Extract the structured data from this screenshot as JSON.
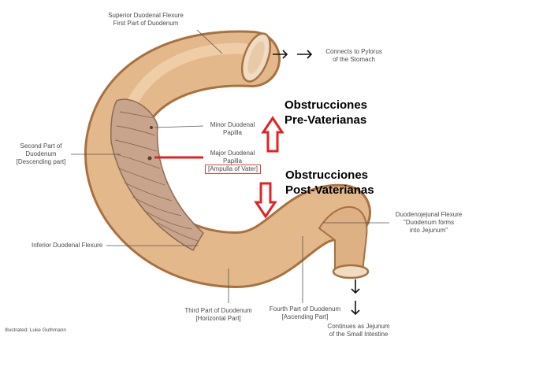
{
  "labels": {
    "superior": [
      "Superior Duodenal Flexure",
      "First Part of Duodenum"
    ],
    "pylorus": [
      "Connects to Pylorus",
      "of the Stomach"
    ],
    "minor": [
      "Minor Duodenal",
      "Papilla"
    ],
    "major": [
      "Major Duodenal",
      "Papilla"
    ],
    "ampulla": "[Ampulla of Vater]",
    "second": [
      "Second Part of",
      "Duodenum",
      "[Descending part]"
    ],
    "duodenojejunal": [
      "Duodenojejunal Flexure",
      "\"Duodenum forms",
      "into Jejunum\""
    ],
    "inferior": "Inferior Duodenal Flexure",
    "third": [
      "Third Part of Duodenum",
      "[Horizontal Part]"
    ],
    "fourth": [
      "Fourth Part of Duodenum",
      "[Ascending Part]"
    ],
    "jejunum": [
      "Continues as Jejunum",
      "of the Small Intestine"
    ],
    "credit": "Illustrated: Luke Guthmann"
  },
  "annotations": {
    "pre": [
      "Obstrucciones",
      "Pre-Vaterianas"
    ],
    "post": [
      "Obstrucciones",
      "Post-Vaterianas"
    ]
  },
  "colors": {
    "tube": "#e3b98c",
    "tube_dark": "#b98654",
    "lumen": "#efdcc4",
    "mucosa": "#c9a48c",
    "leader": "#555555",
    "red": "#e32222"
  }
}
